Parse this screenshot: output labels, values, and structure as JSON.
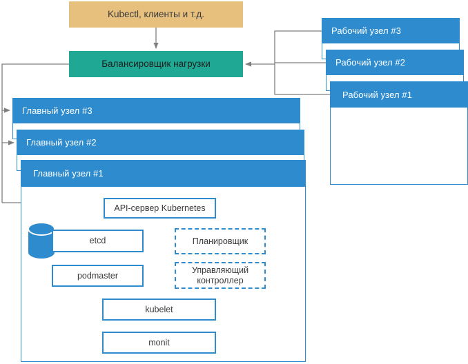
{
  "diagram": {
    "title": "Kubernetes high-availability cluster architecture",
    "colors": {
      "clients": "#e8c07d",
      "load_balancer": "#1fa894",
      "node_blue": "#2e8cce",
      "connector_gray": "#7f7f7f",
      "dashed_blue": "#2e8cce",
      "background": "#ffffff",
      "text_dark": "#3a3a3a",
      "text_light": "#ffffff"
    }
  },
  "clients": {
    "label": "Kubectl, клиенты и т.д."
  },
  "load_balancer": {
    "label": "Балансировщик нагрузки"
  },
  "master_nodes": [
    {
      "label": "Главный узел #3"
    },
    {
      "label": "Главный узел #2"
    },
    {
      "label": "Главный узел #1"
    }
  ],
  "worker_nodes": [
    {
      "label": "Рабочий узел #3"
    },
    {
      "label": "Рабочий узел #2"
    },
    {
      "label": "Рабочий узел #1"
    }
  ],
  "master_components": [
    {
      "id": "apiserver",
      "label": "API-сервер Kubernetes",
      "style": "solid"
    },
    {
      "id": "etcd",
      "label": "etcd",
      "style": "solid"
    },
    {
      "id": "podmaster",
      "label": "podmaster",
      "style": "solid"
    },
    {
      "id": "kubelet",
      "label": "kubelet",
      "style": "solid"
    },
    {
      "id": "monit",
      "label": "monit",
      "style": "solid"
    },
    {
      "id": "scheduler",
      "label": "Планировщик",
      "style": "dashed"
    },
    {
      "id": "controller",
      "label": "Управляющий контроллер",
      "style": "dashed"
    }
  ],
  "icons": {
    "etcd_storage": "database-cylinder-icon"
  },
  "connections": [
    {
      "from": "clients",
      "to": "load_balancer",
      "style": "solid-arrow"
    },
    {
      "from": "worker_nodes",
      "to": "load_balancer",
      "style": "solid-arrow"
    },
    {
      "from": "load_balancer",
      "to": "master_nodes",
      "style": "solid-arrow"
    },
    {
      "from": "load_balancer",
      "to": "apiserver",
      "style": "solid-arrow"
    },
    {
      "from": "apiserver",
      "to": "etcd",
      "style": "solid-arrow"
    },
    {
      "from": "podmaster",
      "to": "etcd",
      "style": "solid-arrow"
    },
    {
      "from": "podmaster",
      "to": "scheduler",
      "style": "dashed-arrow"
    },
    {
      "from": "podmaster",
      "to": "controller",
      "style": "dashed-arrow"
    },
    {
      "from": "scheduler",
      "to": "apiserver",
      "style": "solid-arrow"
    },
    {
      "from": "controller",
      "to": "apiserver",
      "style": "solid-arrow"
    }
  ]
}
